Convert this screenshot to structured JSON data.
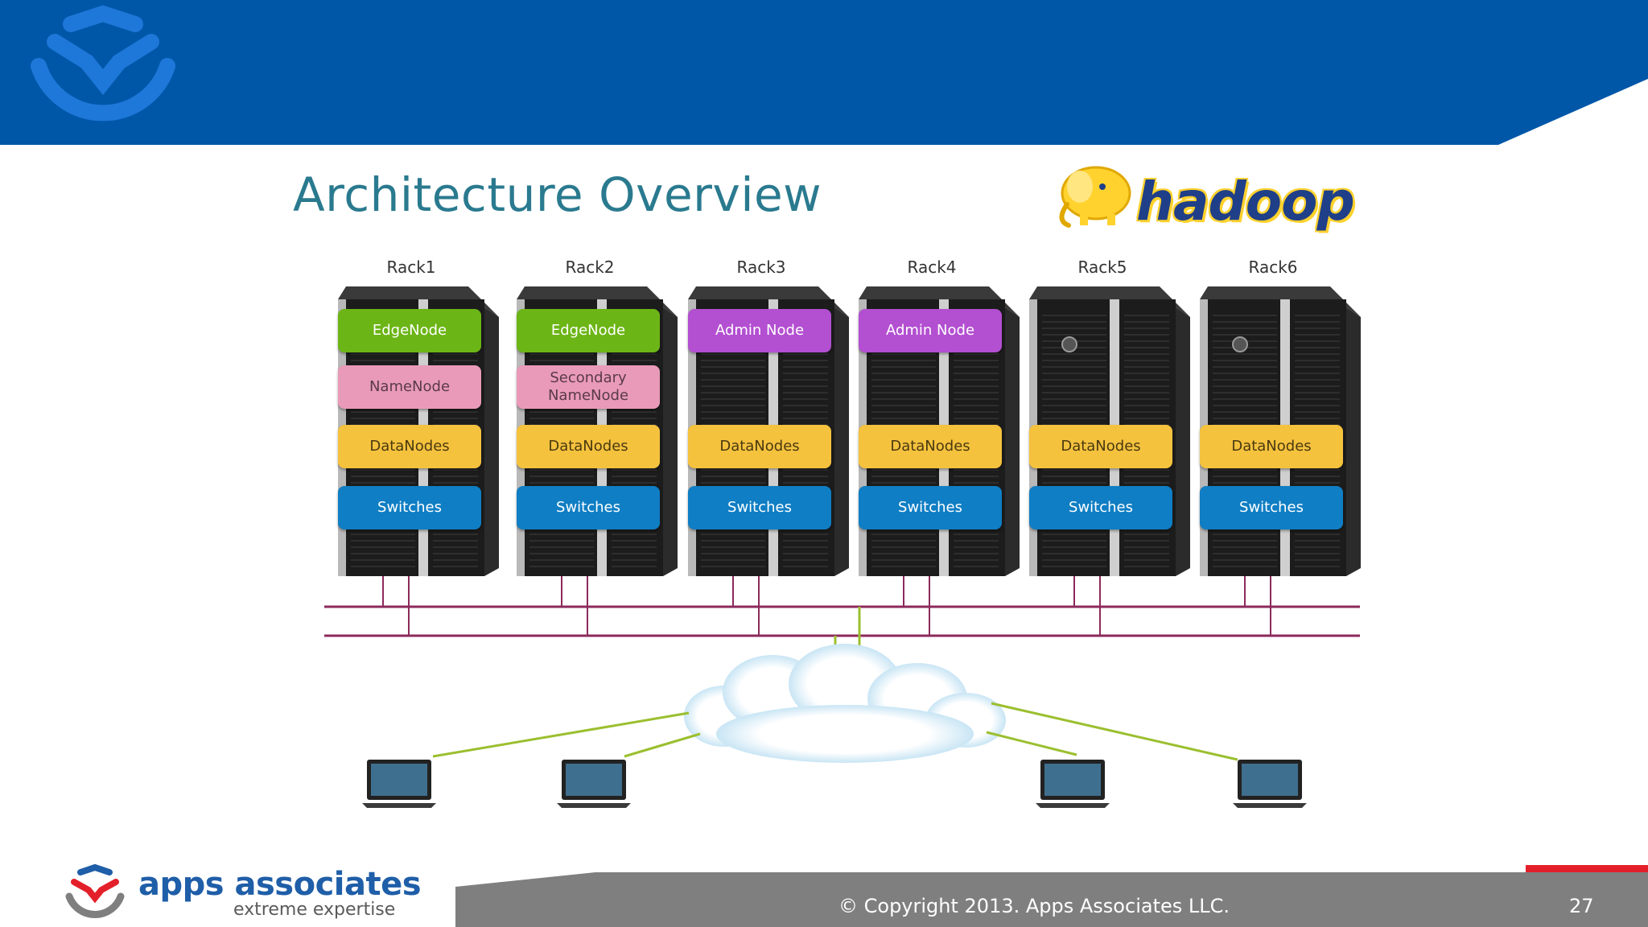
{
  "header": {
    "band_color": "#0057a8"
  },
  "slide": {
    "title": "Architecture Overview"
  },
  "hadoop_logo": {
    "text": "hadoop",
    "icon": "elephant-icon"
  },
  "racks": [
    {
      "label": "Rack1",
      "nodes": [
        "EdgeNode",
        "NameNode",
        "DataNodes",
        "Switches"
      ],
      "logo": false
    },
    {
      "label": "Rack2",
      "nodes": [
        "EdgeNode",
        "Secondary NameNode",
        "DataNodes",
        "Switches"
      ],
      "logo": false
    },
    {
      "label": "Rack3",
      "nodes": [
        "Admin Node",
        "",
        "DataNodes",
        "Switches"
      ],
      "logo": false
    },
    {
      "label": "Rack4",
      "nodes": [
        "Admin Node",
        "",
        "DataNodes",
        "Switches"
      ],
      "logo": false
    },
    {
      "label": "Rack5",
      "nodes": [
        "",
        "",
        "DataNodes",
        "Switches"
      ],
      "logo": true
    },
    {
      "label": "Rack6",
      "nodes": [
        "",
        "",
        "DataNodes",
        "Switches"
      ],
      "logo": true
    }
  ],
  "node_colors": {
    "EdgeNode": "#6cb516",
    "NameNode": "#e99ab9",
    "Secondary NameNode": "#e99ab9",
    "Admin Node": "#b34fd1",
    "DataNodes": "#f5c23e",
    "Switches": "#0f7ec4"
  },
  "network": {
    "line_color": "#8c2a5c",
    "link_color": "#9bbf2f"
  },
  "clients": {
    "count": 4,
    "icon": "laptop-icon"
  },
  "footer": {
    "brand": "apps associates",
    "tagline": "extreme expertise",
    "copyright": "© Copyright 2013. Apps Associates LLC.",
    "page": "27",
    "bar_color": "#7f7f7f",
    "accent_color": "#e3202a"
  }
}
